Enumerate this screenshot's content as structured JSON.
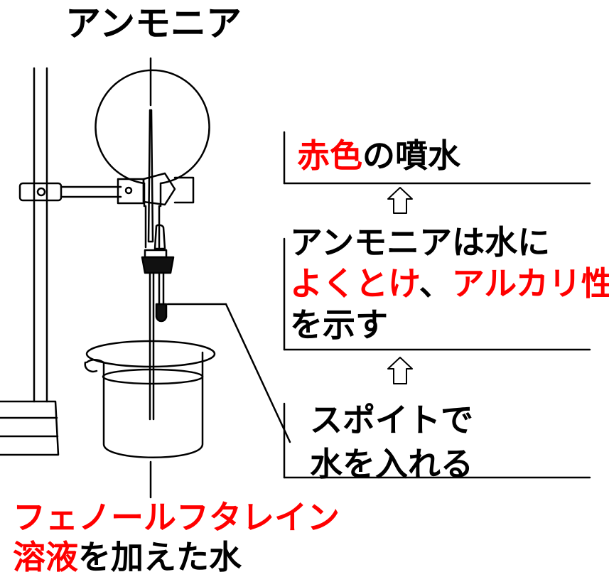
{
  "labels": {
    "gas": "アンモニア",
    "result": {
      "red": "赤色",
      "rest": "の噴水"
    },
    "explanation": {
      "line1": "アンモニアは水に",
      "line2_red1": "よくとけ",
      "line2_sep": "、",
      "line2_red2": "アルカリ性",
      "line3": "を示す"
    },
    "action": {
      "line1": "スポイトで",
      "line2": "水を入れる"
    },
    "solution": {
      "line1_red": "フェノールフタレイン",
      "line2_red": "溶液",
      "line2_rest": "を加えた水"
    }
  },
  "colors": {
    "highlight": "#ff0000",
    "text": "#000000",
    "line": "#000000"
  },
  "icons": [
    "up-arrow-icon",
    "up-arrow-icon"
  ]
}
